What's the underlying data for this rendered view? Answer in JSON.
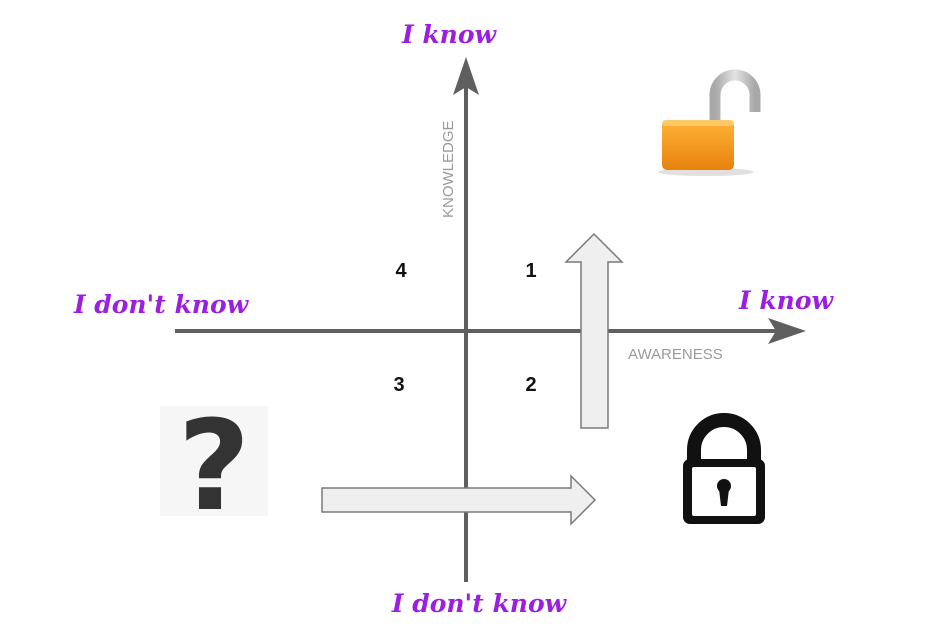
{
  "colors": {
    "axis": "#5f5f5f",
    "label_accent": "#9a1fe0",
    "axis_name": "#9b9b9b",
    "arrow_fill": "#efefef",
    "arrow_stroke": "#7a7a7a",
    "padlock_body": "#f29a1f",
    "padlock_shackle": "#c4c4c4",
    "lock_black": "#111111"
  },
  "axes": {
    "vertical_name": "KNOWLEDGE",
    "horizontal_name": "AWARENESS",
    "top_label": "I know",
    "bottom_label": "I don't know",
    "left_label": "I don't know",
    "right_label": "I know"
  },
  "quadrants": {
    "q1": "1",
    "q2": "2",
    "q3": "3",
    "q4": "4"
  },
  "icons": {
    "unknown": "question-mark-icon",
    "unlocked": "open-padlock-icon",
    "locked": "closed-lock-icon"
  },
  "symbols": {
    "question_mark": "?"
  }
}
